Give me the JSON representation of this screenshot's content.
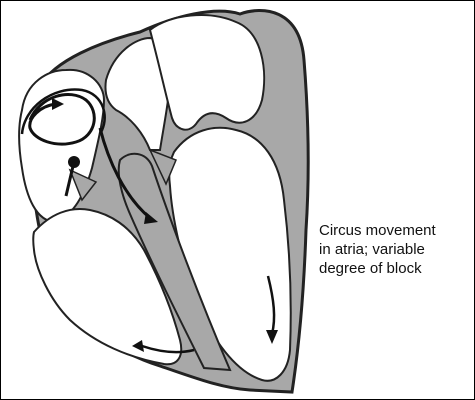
{
  "diagram": {
    "caption_lines": [
      "Circus movement",
      "in atria; variable",
      "degree of block"
    ],
    "colors": {
      "wall_fill": "#a8a8a8",
      "wall_outline": "#222222",
      "chamber": "#ffffff",
      "text": "#111111"
    }
  }
}
